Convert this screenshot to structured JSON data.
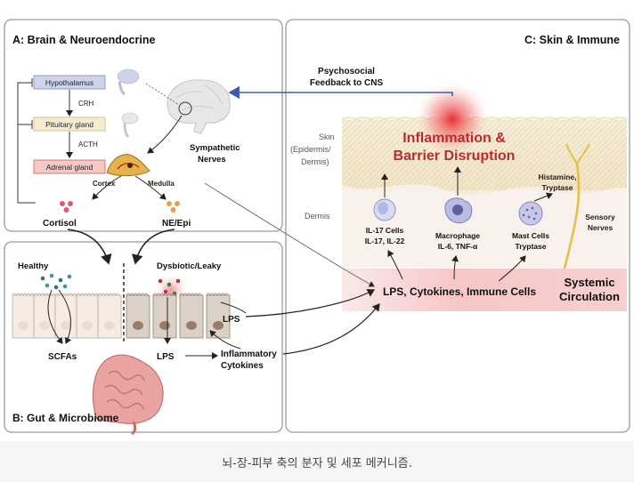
{
  "panel_a": {
    "title": "A: Brain & Neuroendocrine",
    "hypothalamus": "Hypothalamus",
    "crh": "CRH",
    "pituitary": "Pituitary gland",
    "acth": "ACTH",
    "adrenal": "Adrenal gland",
    "cortex": "Cortex",
    "medulla": "Medulla",
    "sympathetic_1": "Sympathetic",
    "sympathetic_2": "Nerves",
    "cortisol": "Cortisol",
    "ne_epi": "NE/Epi"
  },
  "panel_b": {
    "title": "B: Gut & Microbiome",
    "healthy": "Healthy",
    "dysbiotic": "Dysbiotic/Leaky",
    "scfas": "SCFAs",
    "lps_right": "LPS",
    "lps_bottom": "LPS",
    "inflam_1": "Inflammatory",
    "inflam_2": "Cytokines"
  },
  "panel_c": {
    "title": "C: Skin & Immune",
    "feedback_1": "Psychosocial",
    "feedback_2": "Feedback to CNS",
    "skin_1": "Skin",
    "skin_2": "(Epidermis/",
    "skin_3": "Dermis)",
    "dermis": "Dermis",
    "inflammation_1": "Inflammation &",
    "inflammation_2": "Barrier Disruption",
    "histamine_1": "Histamine,",
    "histamine_2": "Tryptase",
    "il17_1": "IL-17 Cells",
    "il17_2": "IL-17, IL-22",
    "macro_1": "Macrophage",
    "macro_2": "IL-6, TNF-α",
    "mast_1": "Mast Cells",
    "mast_2": "Tryptase",
    "sensory_1": "Sensory",
    "sensory_2": "Nerves",
    "lps_cytokines": "LPS, Cytokines, Immune Cells",
    "systemic_1": "Systemic",
    "systemic_2": "Circulation"
  },
  "caption": "뇌-장-피부 축의 분자 및 세포 메커니즘.",
  "colors": {
    "panel_border": "#9a9a9a",
    "arrow_blue": "#3a5fa8",
    "inflammation_red": "#c0282f",
    "hypothalamus_fill": "#cfd4ec",
    "pituitary_fill": "#f5ecd0",
    "adrenal_fill": "#f4c9c4",
    "circulation_fill": "#f9d6d6",
    "sensory_nerve": "#e3c146"
  }
}
